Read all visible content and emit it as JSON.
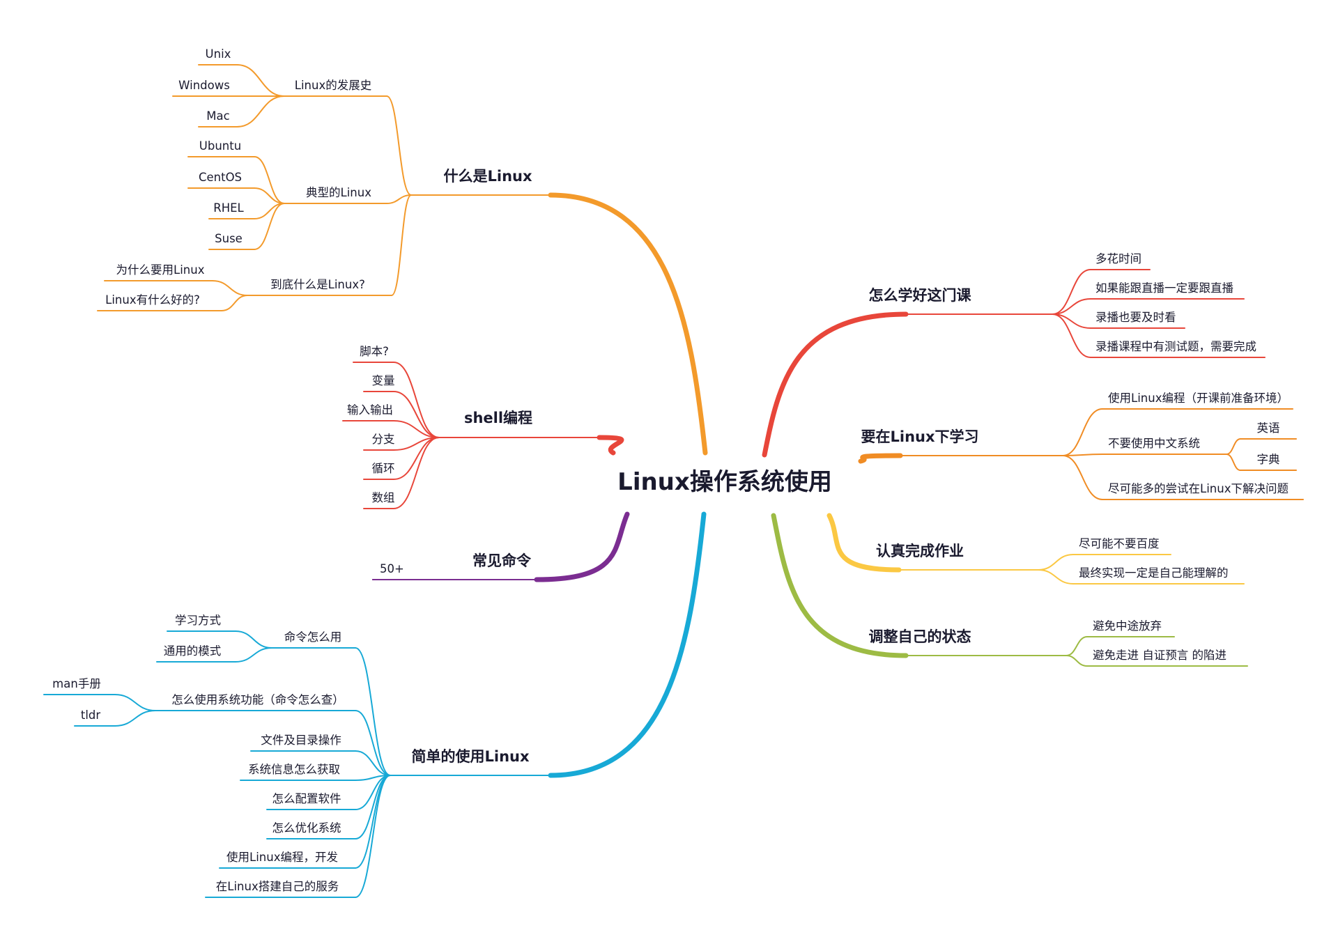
{
  "root": {
    "label": "Linux操作系统使用"
  },
  "colors": {
    "orange": "#f39a2b",
    "red": "#e8463a",
    "purple": "#7b2d91",
    "blue": "#17a9d6",
    "orange2": "#f08c24",
    "yellow": "#fbc843",
    "green": "#9dbb44"
  },
  "branches": [
    {
      "label": "什么是Linux",
      "color": "orange",
      "children": [
        {
          "label": "Linux的发展史",
          "children": [
            {
              "label": "Unix"
            },
            {
              "label": "Windows"
            },
            {
              "label": "Mac"
            }
          ]
        },
        {
          "label": "典型的Linux",
          "children": [
            {
              "label": "Ubuntu"
            },
            {
              "label": "CentOS"
            },
            {
              "label": "RHEL"
            },
            {
              "label": "Suse"
            }
          ]
        },
        {
          "label": "到底什么是Linux?",
          "children": [
            {
              "label": "为什么要用Linux"
            },
            {
              "label": "Linux有什么好的?"
            }
          ]
        }
      ]
    },
    {
      "label": "shell编程",
      "color": "red",
      "children": [
        {
          "label": "脚本?"
        },
        {
          "label": "变量"
        },
        {
          "label": "输入输出"
        },
        {
          "label": "分支"
        },
        {
          "label": "循环"
        },
        {
          "label": "数组"
        }
      ]
    },
    {
      "label": "常见命令",
      "color": "purple",
      "children": [
        {
          "label": "50+"
        }
      ]
    },
    {
      "label": "简单的使用Linux",
      "color": "blue",
      "children": [
        {
          "label": "命令怎么用",
          "children": [
            {
              "label": "学习方式"
            },
            {
              "label": "通用的模式"
            }
          ]
        },
        {
          "label": "怎么使用系统功能（命令怎么查）",
          "children": [
            {
              "label": "man手册"
            },
            {
              "label": "tldr"
            }
          ]
        },
        {
          "label": "文件及目录操作"
        },
        {
          "label": "系统信息怎么获取"
        },
        {
          "label": "怎么配置软件"
        },
        {
          "label": "怎么优化系统"
        },
        {
          "label": "使用Linux编程，开发"
        },
        {
          "label": "在Linux搭建自己的服务"
        }
      ]
    },
    {
      "label": "怎么学好这门课",
      "color": "red",
      "children": [
        {
          "label": "多花时间"
        },
        {
          "label": "如果能跟直播一定要跟直播"
        },
        {
          "label": "录播也要及时看"
        },
        {
          "label": "录播课程中有测试题，需要完成"
        }
      ]
    },
    {
      "label": "要在Linux下学习",
      "color": "orange2",
      "children": [
        {
          "label": "使用Linux编程（开课前准备环境）"
        },
        {
          "label": "不要使用中文系统",
          "children": [
            {
              "label": "英语"
            },
            {
              "label": "字典"
            }
          ]
        },
        {
          "label": "尽可能多的尝试在Linux下解决问题"
        }
      ]
    },
    {
      "label": "认真完成作业",
      "color": "yellow",
      "children": [
        {
          "label": "尽可能不要百度"
        },
        {
          "label": "最终实现一定是自己能理解的"
        }
      ]
    },
    {
      "label": "调整自己的状态",
      "color": "green",
      "children": [
        {
          "label": "避免中途放弃"
        },
        {
          "label": "避免走进  自证预言  的陷进"
        }
      ]
    }
  ]
}
